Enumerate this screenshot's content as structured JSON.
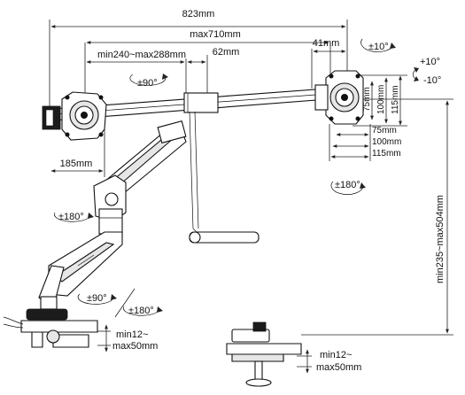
{
  "dimensions": {
    "overall_width": "823mm",
    "arm_span": "max710mm",
    "arm_extension": "min240~max288mm",
    "center_offset": "62mm",
    "right_offset": "41mm",
    "left_offset": "185mm",
    "vesa_v75": "75mm",
    "vesa_v100": "100mm",
    "vesa_v115": "115mm",
    "vesa_h75": "75mm",
    "vesa_h100": "100mm",
    "vesa_h115": "115mm",
    "height_range": "min235~max504mm",
    "clamp_thickness": "min12~\nmax50mm",
    "grommet_thickness": "min12~\nmax50mm"
  },
  "rotations": {
    "monitor_swivel": "±90°",
    "monitor_rotate": "±180°",
    "monitor_tilt_top": "±10°",
    "tilt_up": "+10°",
    "tilt_down": "-10°",
    "arm_swivel": "±180°",
    "base_swivel_90": "±90°",
    "base_swivel_180": "±180°"
  }
}
